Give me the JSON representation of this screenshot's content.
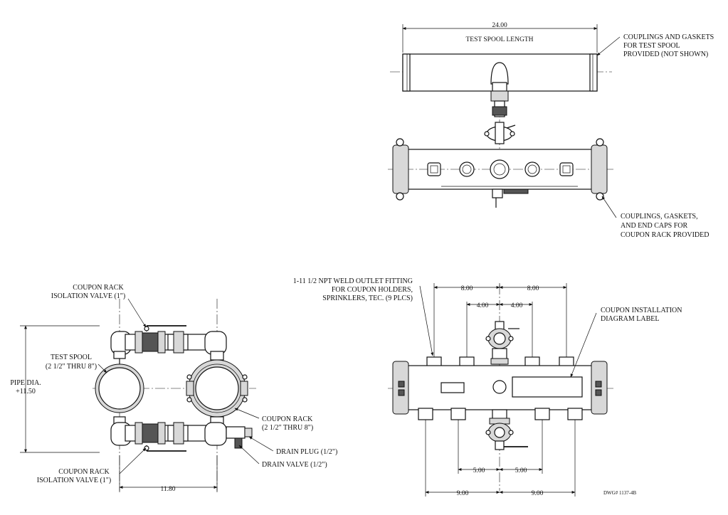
{
  "top_view": {
    "dim_length_value": "24.00",
    "dim_length_label": "TEST SPOOL LENGTH",
    "note_spool_couplings": [
      "COUPLINGS AND GASKETS",
      "FOR TEST SPOOL",
      "PROVIDED (NOT SHOWN)"
    ],
    "note_rack_couplings": [
      "COUPLINGS, GASKETS,",
      "AND END CAPS FOR",
      "COUPON RACK PROVIDED"
    ]
  },
  "side_view": {
    "upper_valve_label": [
      "COUPON RACK",
      "ISOLATION VALVE (1\")"
    ],
    "test_spool_label": [
      "TEST SPOOL",
      "(2 1/2\" THRU 8\")"
    ],
    "pipe_dia_label": [
      "PIPE DIA.",
      "+11.50"
    ],
    "coupon_rack_label": [
      "COUPON RACK",
      "(2 1/2\" THRU 8\")"
    ],
    "drain_plug_label": "DRAIN PLUG (1/2\")",
    "drain_valve_label": "DRAIN VALVE (1/2\")",
    "lower_valve_label": [
      "COUPON RACK",
      "ISOLATION VALVE (1\")"
    ],
    "width_dim": "11.80"
  },
  "front_view": {
    "fitting_note": [
      "1-11 1/2 NPT WELD OUTLET FITTING",
      "FOR COUPON HOLDERS,",
      "SPRINKLERS, TEC. (9 PLCS)"
    ],
    "label_note": [
      "COUPON INSTALLATION",
      "DIAGRAM LABEL"
    ],
    "dim_top_outer_left": "8.00",
    "dim_top_outer_right": "8.00",
    "dim_top_inner_left": "4.00",
    "dim_top_inner_right": "4.00",
    "dim_bottom_inner_left": "5.00",
    "dim_bottom_inner_right": "5.00",
    "dim_bottom_outer_left": "9.00",
    "dim_bottom_outer_right": "9.00"
  },
  "drawing_number": "DWG# 1137-4B"
}
